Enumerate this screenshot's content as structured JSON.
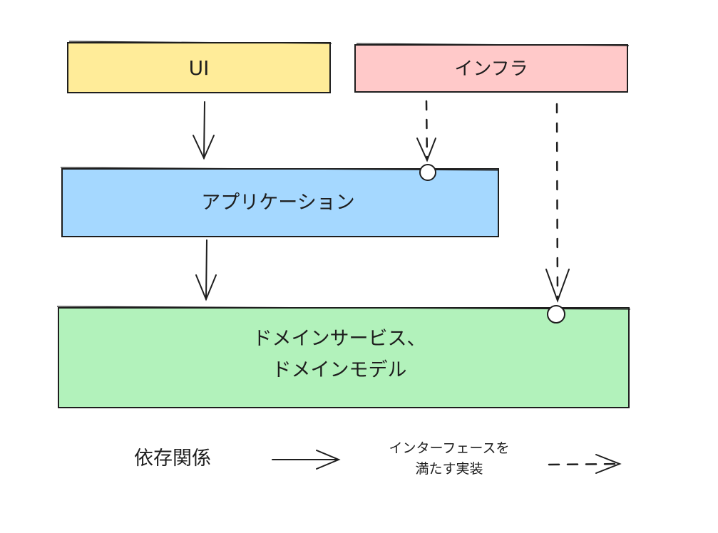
{
  "boxes": {
    "ui": {
      "label": "UI",
      "fill": "#ffec99"
    },
    "infra": {
      "label": "インフラ",
      "fill": "#ffc9c9"
    },
    "application": {
      "label": "アプリケーション",
      "fill": "#a5d8ff"
    },
    "domain": {
      "line1": "ドメインサービス、",
      "line2": "ドメインモデル",
      "fill": "#b2f2bb"
    }
  },
  "legend": {
    "dependency_label": "依存関係",
    "implementation_line1": "インターフェースを",
    "implementation_line2": "満たす実装"
  },
  "colors": {
    "stroke": "#1e1e1e",
    "background": "#ffffff"
  }
}
